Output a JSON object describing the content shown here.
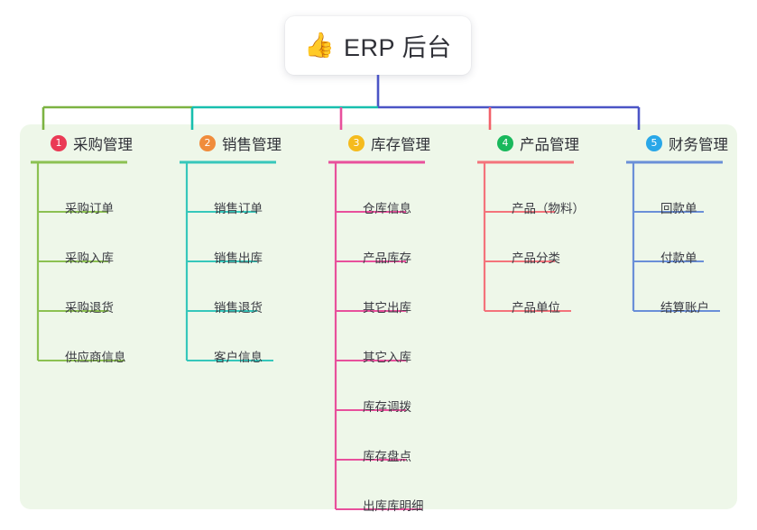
{
  "root": {
    "emoji": "👍",
    "icon_name": "thumbs-up-icon",
    "title": "ERP 后台"
  },
  "palette": {
    "panel_bg": "#eef7e9",
    "text": "#2f3037",
    "root_stem": "#4b55c6",
    "branch_green": "#7cb342",
    "branch_teal": "#18bfae",
    "branch_blue": "#4b55c6",
    "branch_pink": "#e8509c",
    "branch_red": "#f2616a"
  },
  "columns": [
    {
      "index": "1",
      "badge_color": "#ea3a55",
      "line_color": "#8cc152",
      "title": "采购管理",
      "items": [
        "采购订单",
        "采购入库",
        "采购退货",
        "供应商信息"
      ]
    },
    {
      "index": "2",
      "badge_color": "#f08c3c",
      "line_color": "#36c7bb",
      "title": "销售管理",
      "items": [
        "销售订单",
        "销售出库",
        "销售退货",
        "客户信息"
      ]
    },
    {
      "index": "3",
      "badge_color": "#f5bb1d",
      "line_color": "#e8509c",
      "title": "库存管理",
      "items": [
        "仓库信息",
        "产品库存",
        "其它出库",
        "其它入库",
        "库存调拨",
        "库存盘点",
        "出库库明细"
      ]
    },
    {
      "index": "4",
      "badge_color": "#19b85c",
      "line_color": "#f4737b",
      "title": "产品管理",
      "items": [
        "产品（物料）",
        "产品分类",
        "产品单位"
      ]
    },
    {
      "index": "5",
      "badge_color": "#29a7e8",
      "line_color": "#6a8fd8",
      "title": "财务管理",
      "items": [
        "回款单",
        "付款单",
        "结算账户"
      ]
    }
  ]
}
